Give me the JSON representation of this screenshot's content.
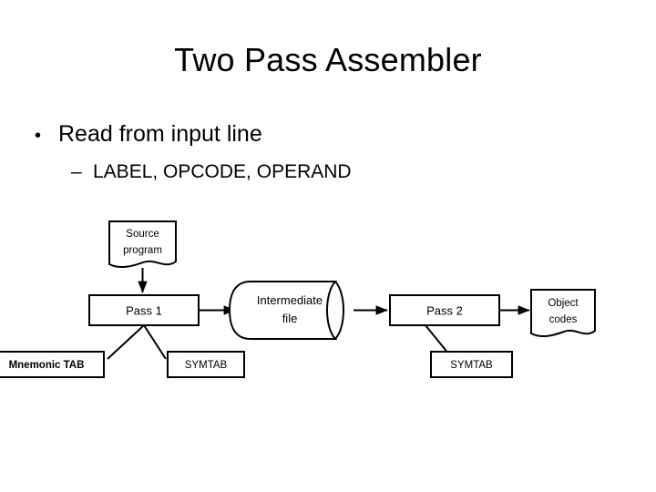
{
  "slide": {
    "title": "Two Pass Assembler",
    "bullets": [
      {
        "marker": "•",
        "text": "Read from input line",
        "level": 1
      },
      {
        "marker": "–",
        "text": "LABEL, OPCODE, OPERAND",
        "level": 2
      }
    ]
  },
  "diagram": {
    "nodes": {
      "source_program": {
        "label_line1": "Source",
        "label_line2": "program",
        "shape": "document"
      },
      "pass1": {
        "label": "Pass 1",
        "shape": "rectangle"
      },
      "intermediate_file": {
        "label_line1": "Intermediate",
        "label_line2": "file",
        "shape": "cylinder"
      },
      "pass2": {
        "label": "Pass 2",
        "shape": "rectangle"
      },
      "object_codes": {
        "label_line1": "Object",
        "label_line2": "codes",
        "shape": "document"
      },
      "mnemonic_tab": {
        "label": "Mnemonic TAB",
        "shape": "rectangle"
      },
      "symtab_pass1": {
        "label": "SYMTAB",
        "shape": "rectangle"
      },
      "symtab_pass2": {
        "label": "SYMTAB",
        "shape": "rectangle"
      }
    },
    "edges": [
      {
        "from": "source_program",
        "to": "pass1",
        "style": "arrow"
      },
      {
        "from": "pass1",
        "to": "intermediate_file",
        "style": "arrow"
      },
      {
        "from": "intermediate_file",
        "to": "pass2",
        "style": "arrow"
      },
      {
        "from": "pass2",
        "to": "object_codes",
        "style": "arrow"
      },
      {
        "from": "pass1",
        "to": "mnemonic_tab",
        "style": "line"
      },
      {
        "from": "pass1",
        "to": "symtab_pass1",
        "style": "line"
      },
      {
        "from": "pass2",
        "to": "symtab_pass2",
        "style": "line"
      }
    ]
  },
  "colors": {
    "background": "#ffffff",
    "ink": "#000000"
  }
}
